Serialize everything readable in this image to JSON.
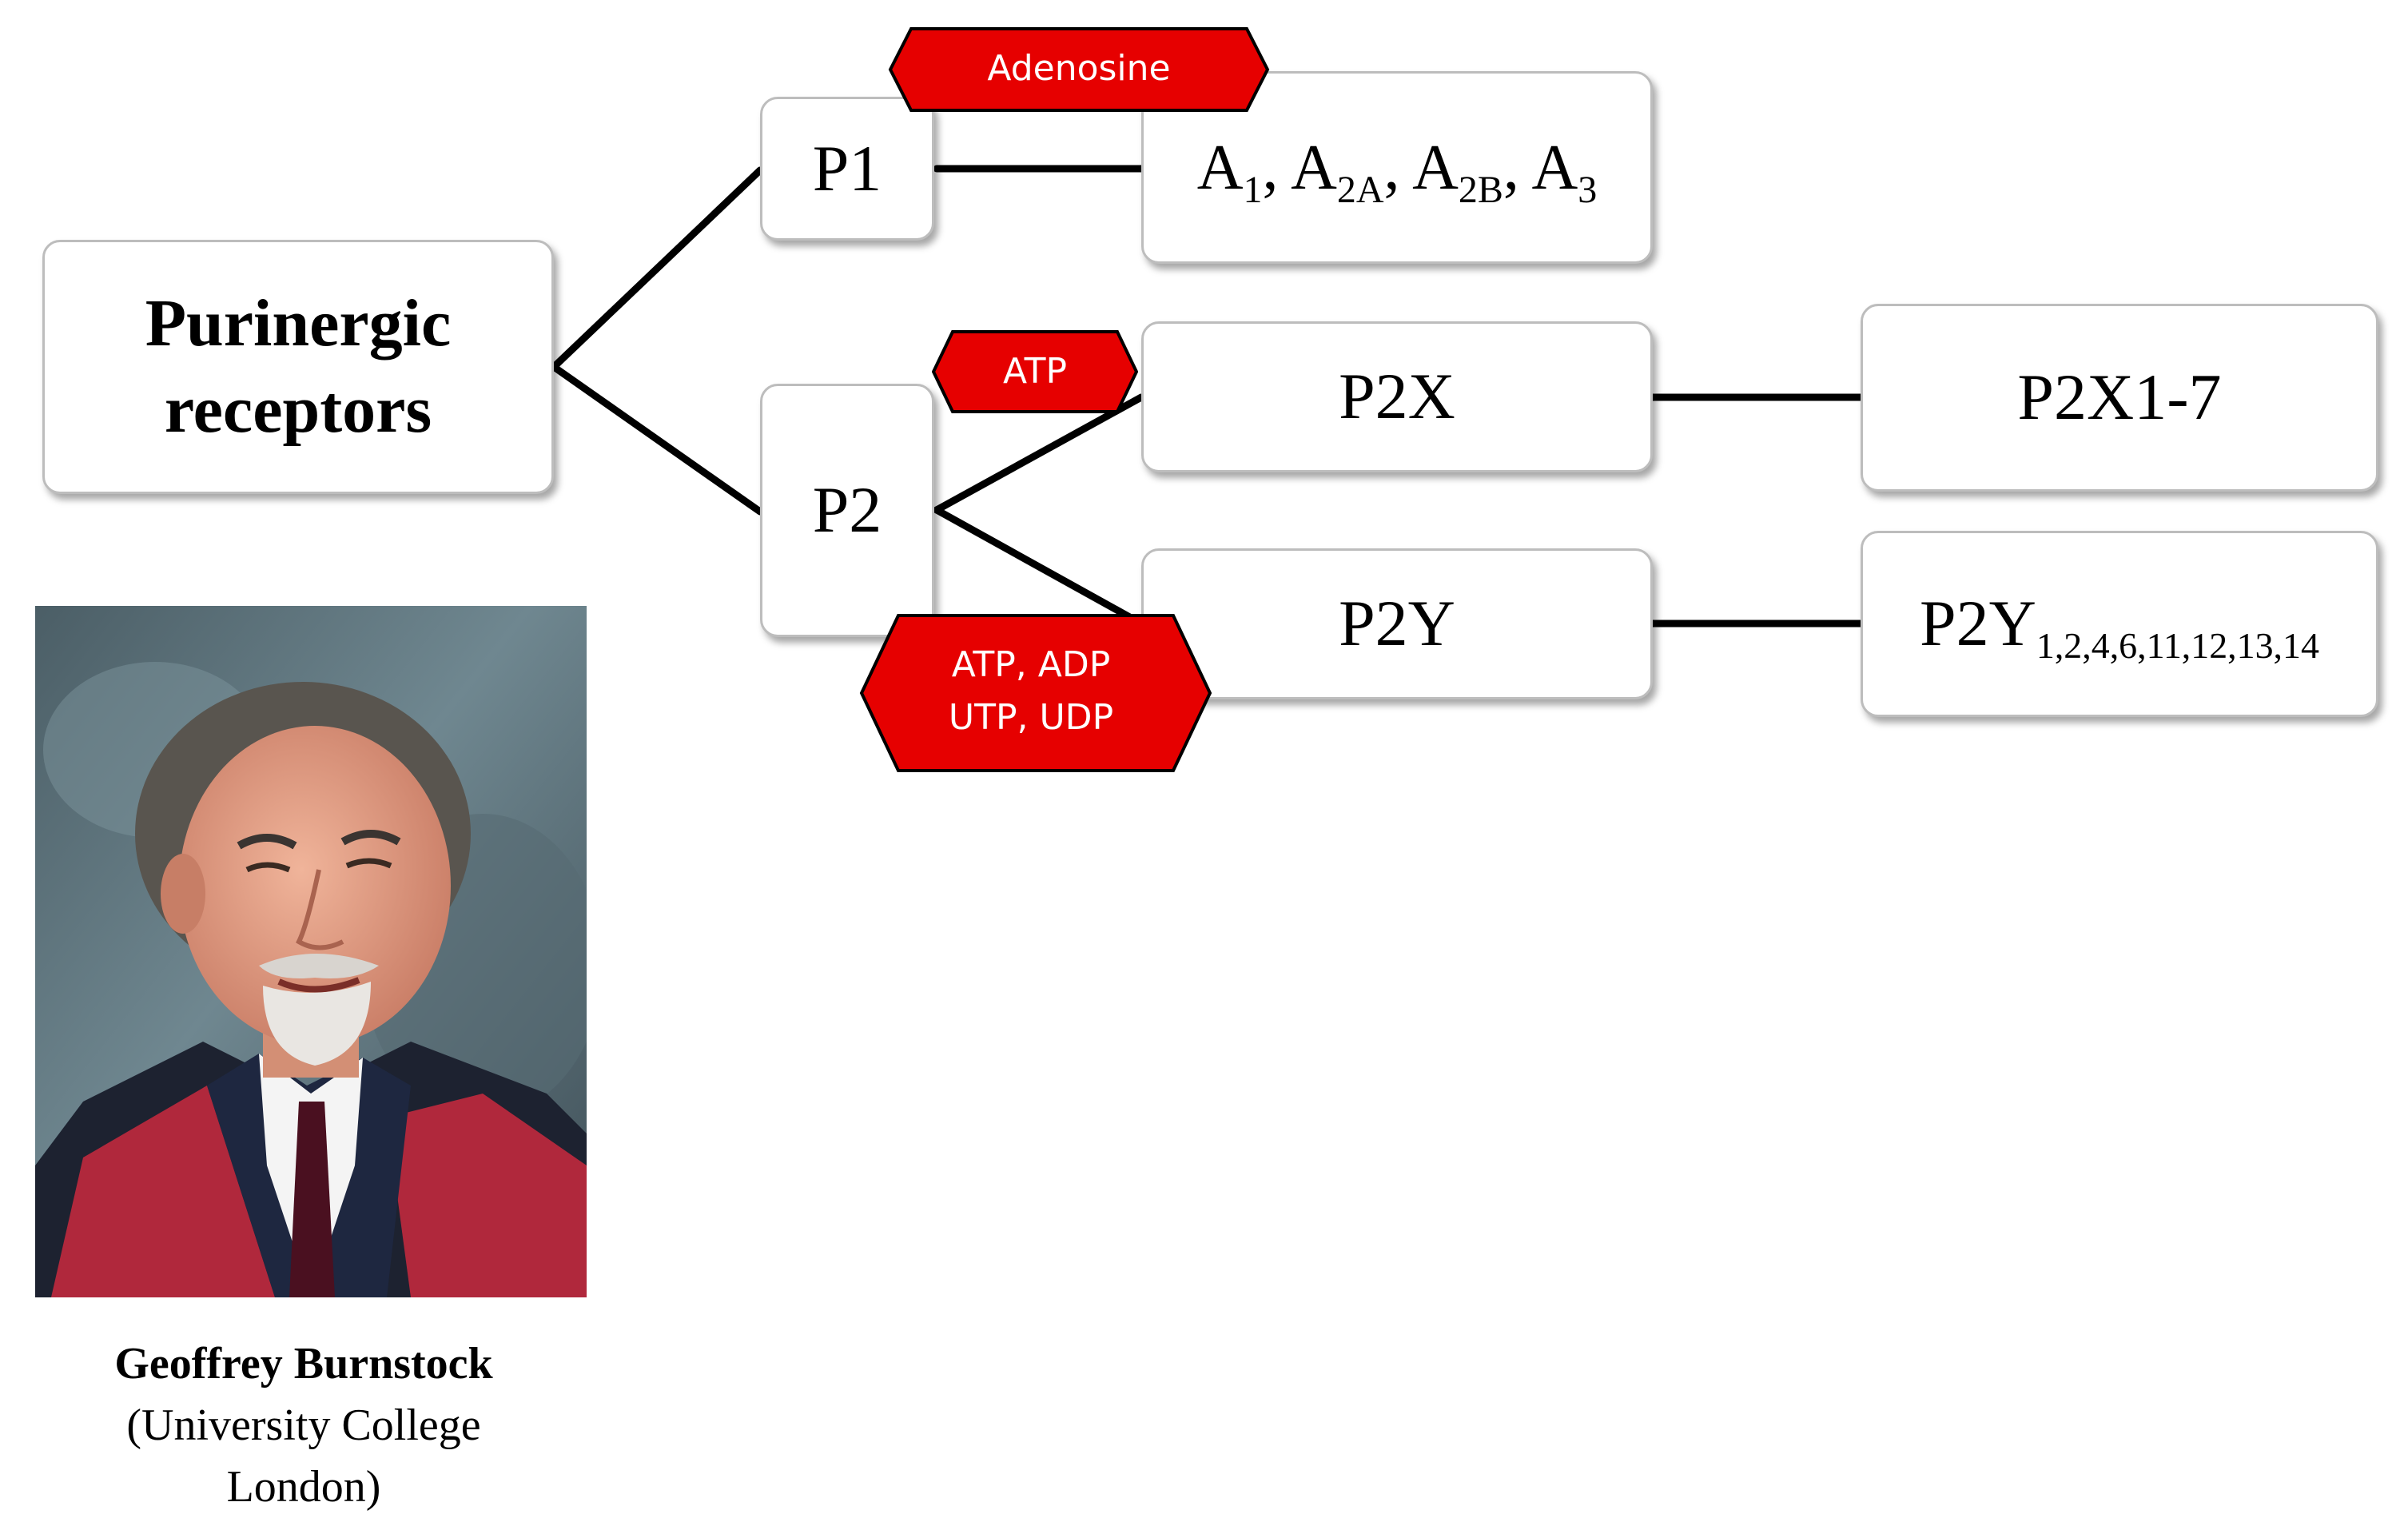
{
  "diagram": {
    "root": {
      "text_line1": "Purinergic",
      "text_line2": "receptors"
    },
    "p1": {
      "text": "P1"
    },
    "p2": {
      "text": "P2"
    },
    "adenosine_subtypes": {
      "a1_main": "A",
      "a1_sub": "1",
      "a2a_main": "A",
      "a2a_sub": "2A",
      "a2b_main": "A",
      "a2b_sub": "2B",
      "a3_main": "A",
      "a3_sub": "3",
      "separator": ", "
    },
    "p2x": {
      "text": "P2X"
    },
    "p2y": {
      "text": "P2Y"
    },
    "p2x_subtypes": {
      "text": "P2X1-7"
    },
    "p2y_subtypes": {
      "main": "P2Y",
      "sub": "1,2,4,6,11,12,13,14"
    },
    "ligands": {
      "adenosine": "Adenosine",
      "atp": "ATP",
      "atp_adp_line1": "ATP, ADP",
      "atp_adp_line2": "UTP, UDP"
    },
    "colors": {
      "ligand_fill": "#e60000",
      "ligand_outline": "#000000",
      "connector": "#000000",
      "box_border": "#bdbdbd"
    }
  },
  "caption": {
    "name": "Geoffrey Burnstock",
    "affiliation_line1": "(University College",
    "affiliation_line2": "London)"
  }
}
